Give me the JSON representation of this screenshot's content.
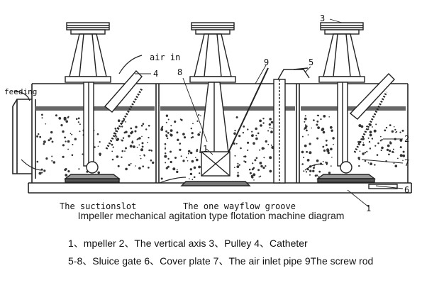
{
  "diagram": {
    "labels": {
      "air_in": "air in",
      "feeding": "feeding",
      "suction_slot": "The suctionslot",
      "one_way_groove": "The one wayflow groove"
    },
    "numbers": {
      "n1a": "1",
      "n1b": "1",
      "n2": "2",
      "n3": "3",
      "n4": "4",
      "n5": "5",
      "n6": "6",
      "n7": "7",
      "n8": "8",
      "n9": "9"
    },
    "title": "Impeller mechanical agitation type flotation machine diagram",
    "legend_line1": "1、mpeller  2、The vertical axis  3、Pulley   4、Catheter",
    "legend_line2": "5-8、Sluice gate  6、Cover plate   7、The air inlet pipe  9The screw rod"
  }
}
